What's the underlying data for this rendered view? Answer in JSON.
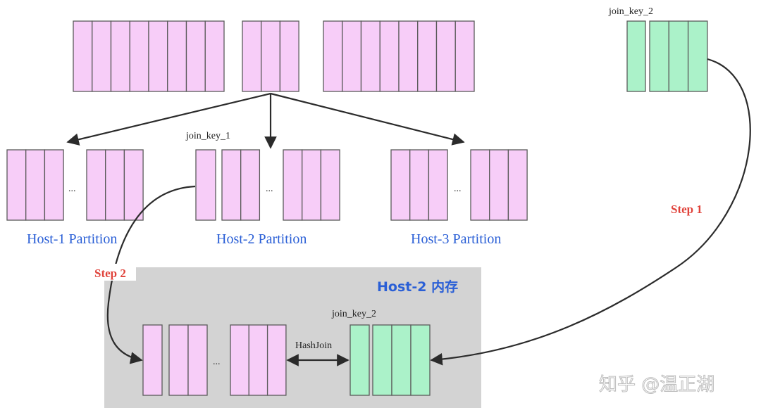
{
  "labels": {
    "join_key_top": "join_key_2",
    "join_key_host2": "join_key_1",
    "join_key_mem": "join_key_2",
    "hashjoin": "HashJoin",
    "ellipsis": "...",
    "step1": "Step 1",
    "step2": "Step 2",
    "memory_title": "Host-2 内存",
    "watermark": "知乎 @温正湖"
  },
  "partitions": [
    {
      "label": "Host-1 Partition"
    },
    {
      "label": "Host-2 Partition"
    },
    {
      "label": "Host-3 Partition"
    }
  ],
  "colors": {
    "table_fill": "#f7cdf8",
    "join_fill": "#abf2c9",
    "host_label": "#2a5fd6",
    "step_label": "#e0423a",
    "memory_bg": "#d3d3d3"
  }
}
